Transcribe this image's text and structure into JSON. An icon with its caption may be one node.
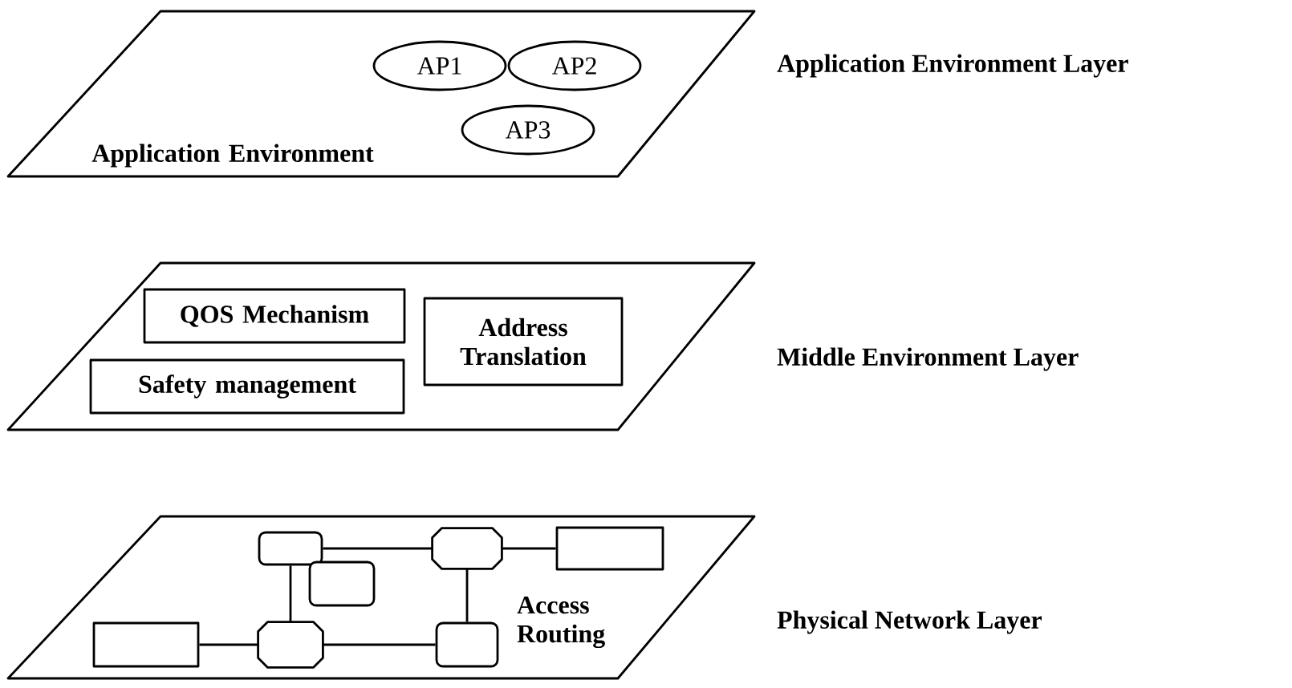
{
  "diagram": {
    "nodes": [
      {
        "text": [
          "Application Environment"
        ],
        "beside": [
          "Application Environment Layer"
        ]
      },
      {
        "text": [
          "AP1"
        ],
        "in": 0
      },
      {
        "text": [
          "AP2"
        ],
        "in": 0
      },
      {
        "text": [
          "AP3"
        ],
        "in": 0
      },
      {
        "text": [],
        "shape": "parallelogram",
        "beside": [
          "Middle Environment Layer"
        ]
      },
      {
        "text": [
          "QOS Mechanism"
        ],
        "in": 4
      },
      {
        "text": [
          "Address Translation"
        ],
        "in": 4
      },
      {
        "text": [
          "Safety management"
        ],
        "in": 4
      },
      {
        "text": [
          "Access Routing"
        ],
        "beside": [
          "Physical Network Layer"
        ]
      },
      {
        "text": [],
        "shape": "rounded-rectangle",
        "in": 8
      },
      {
        "text": [],
        "shape": "octagon",
        "in": 8
      },
      {
        "text": [],
        "shape": "rectangle",
        "in": 8
      },
      {
        "text": [],
        "shape": "rounded-rectangle",
        "in": 8
      },
      {
        "text": [],
        "shape": "rectangle",
        "in": 8
      },
      {
        "text": [],
        "shape": "octagon",
        "in": 8
      },
      {
        "text": [],
        "shape": "rounded-rectangle",
        "in": 8
      }
    ],
    "edges": [
      {
        "from": 9,
        "to": 10,
        "arrow": "none"
      },
      {
        "from": 10,
        "to": 11,
        "arrow": "none"
      },
      {
        "from": 9,
        "to": 14,
        "arrow": "none"
      },
      {
        "from": 10,
        "to": 15,
        "arrow": "none"
      },
      {
        "from": 13,
        "to": 14,
        "arrow": "none"
      },
      {
        "from": 14,
        "to": 15,
        "arrow": "none"
      }
    ]
  }
}
